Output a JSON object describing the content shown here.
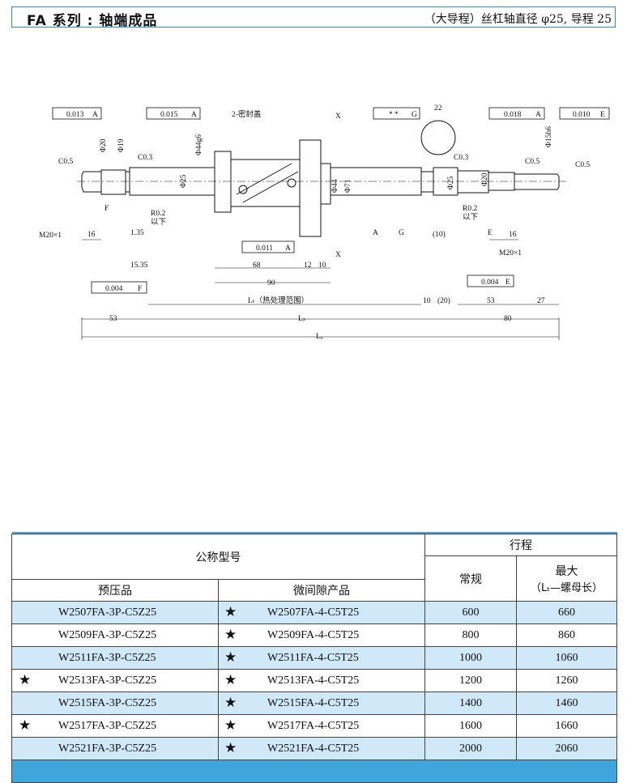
{
  "header": {
    "title": "FA 系列 : 轴端成品",
    "subtitle": "（大导程）丝杠轴直径 φ25, 导程 25"
  },
  "drawing": {
    "tol_a1": "0.013",
    "tol_a1_ref": "A",
    "tol_a2": "0.015",
    "tol_a2_ref": "A",
    "tol_g": "* *",
    "tol_g_ref": "G",
    "tol_a3": "0.018",
    "tol_a3_ref": "A",
    "tol_e": "0.010",
    "tol_e_ref": "E",
    "tol_a4": "0.011",
    "tol_a4_ref": "A",
    "tol_f": "0.004",
    "tol_f_ref": "F",
    "tol_e2": "0.004",
    "tol_e2_ref": "E",
    "seal_label": "2-密封盖",
    "c05_left": "C0.5",
    "c03_left": "C0.3",
    "c03_right": "C0.3",
    "c05_right1": "C0.5",
    "c05_right2": "C0.5",
    "phi20_left": "Φ20",
    "phi19": "Φ19",
    "phi25_left": "Φ25",
    "phi44g6": "Φ44g6",
    "phi44": "Φ44",
    "phi71": "Φ71",
    "phi25_right": "Φ25",
    "phi20_right": "Φ20",
    "phi15h6": "Φ15h6",
    "r02_left": "R0.2",
    "r02_left_b": "以下",
    "r02_right": "R0.2",
    "r02_right_b": "以下",
    "thread_left": "M20×1",
    "thread_right": "M20×1",
    "dim_16_left": "16",
    "dim_135": "1.35",
    "dim_1535": "15.35",
    "dim_68": "68",
    "dim_12": "12",
    "dim_10a": "10",
    "dim_90": "90",
    "dim_lt": "Lₜ（热处理范围）",
    "dim_10b": "10",
    "dim_20": "(20)",
    "dim_53_right": "53",
    "dim_27": "27",
    "dim_53_left": "53",
    "dim_ls": "Lₛ",
    "dim_80": "80",
    "dim_lo": "Lₒ",
    "dim_22": "22",
    "dim_10c": "(10)",
    "dim_16_right": "16",
    "datum_f": "F",
    "datum_a": "A",
    "datum_g": "G",
    "datum_e": "E",
    "x_mark": "X"
  },
  "table": {
    "col_model": "公称型号",
    "col_stroke": "行程",
    "col_preload": "预压品",
    "col_micro": "微间隙产品",
    "col_normal": "常规",
    "col_max_line1": "最大",
    "col_max_line2": "（Lₜ—螺母长）",
    "rows": [
      {
        "star1": "",
        "preload": "W2507FA-3P-C5Z25",
        "star2": "★",
        "micro": "W2507FA-4-C5T25",
        "normal": "600",
        "max": "660"
      },
      {
        "star1": "",
        "preload": "W2509FA-3P-C5Z25",
        "star2": "★",
        "micro": "W2509FA-4-C5T25",
        "normal": "800",
        "max": "860"
      },
      {
        "star1": "",
        "preload": "W2511FA-3P-C5Z25",
        "star2": "★",
        "micro": "W2511FA-4-C5T25",
        "normal": "1000",
        "max": "1060"
      },
      {
        "star1": "★",
        "preload": "W2513FA-3P-C5Z25",
        "star2": "★",
        "micro": "W2513FA-4-C5T25",
        "normal": "1200",
        "max": "1260"
      },
      {
        "star1": "",
        "preload": "W2515FA-3P-C5Z25",
        "star2": "★",
        "micro": "W2515FA-4-C5T25",
        "normal": "1400",
        "max": "1460"
      },
      {
        "star1": "★",
        "preload": "W2517FA-3P-C5Z25",
        "star2": "★",
        "micro": "W2517FA-4-C5T25",
        "normal": "1600",
        "max": "1660"
      },
      {
        "star1": "",
        "preload": "W2521FA-3P-C5Z25",
        "star2": "★",
        "micro": "W2521FA-4-C5T25",
        "normal": "2000",
        "max": "2060"
      }
    ]
  },
  "colors": {
    "accent": "#3ea6dc",
    "row_fill": "#cfe9f8"
  }
}
